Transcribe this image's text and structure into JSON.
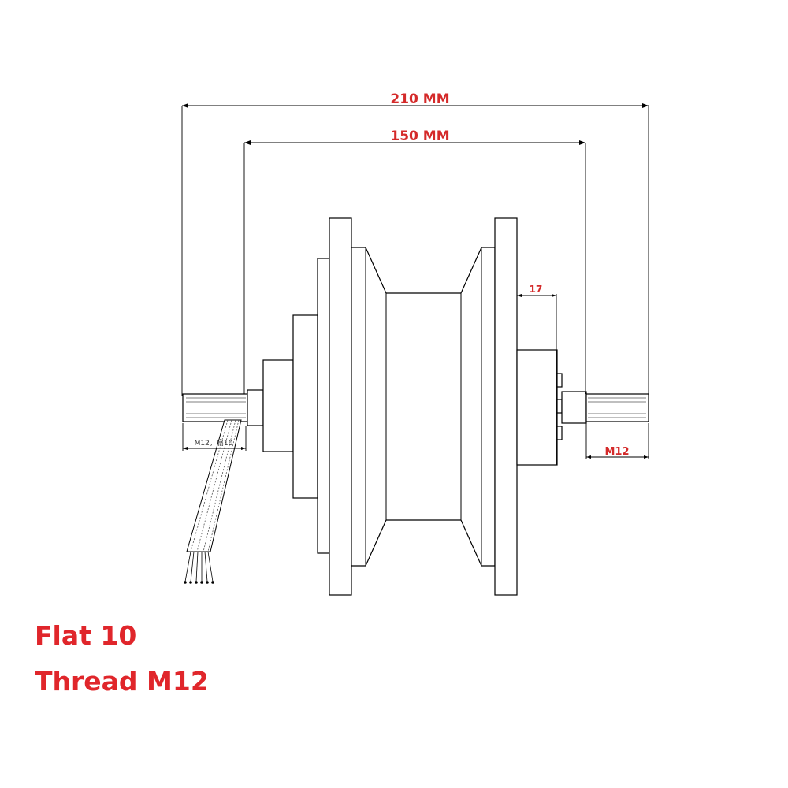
{
  "dimensions": {
    "overall_width": "210 MM",
    "bearing_width": "150 MM",
    "flange_offset": "17",
    "right_axle_label": "M12",
    "left_axle_label": "M12，扁10"
  },
  "notes": {
    "flat": "Flat 10",
    "thread": "Thread M12"
  },
  "colors": {
    "accent_red": "#e0262b",
    "line": "#000000"
  }
}
